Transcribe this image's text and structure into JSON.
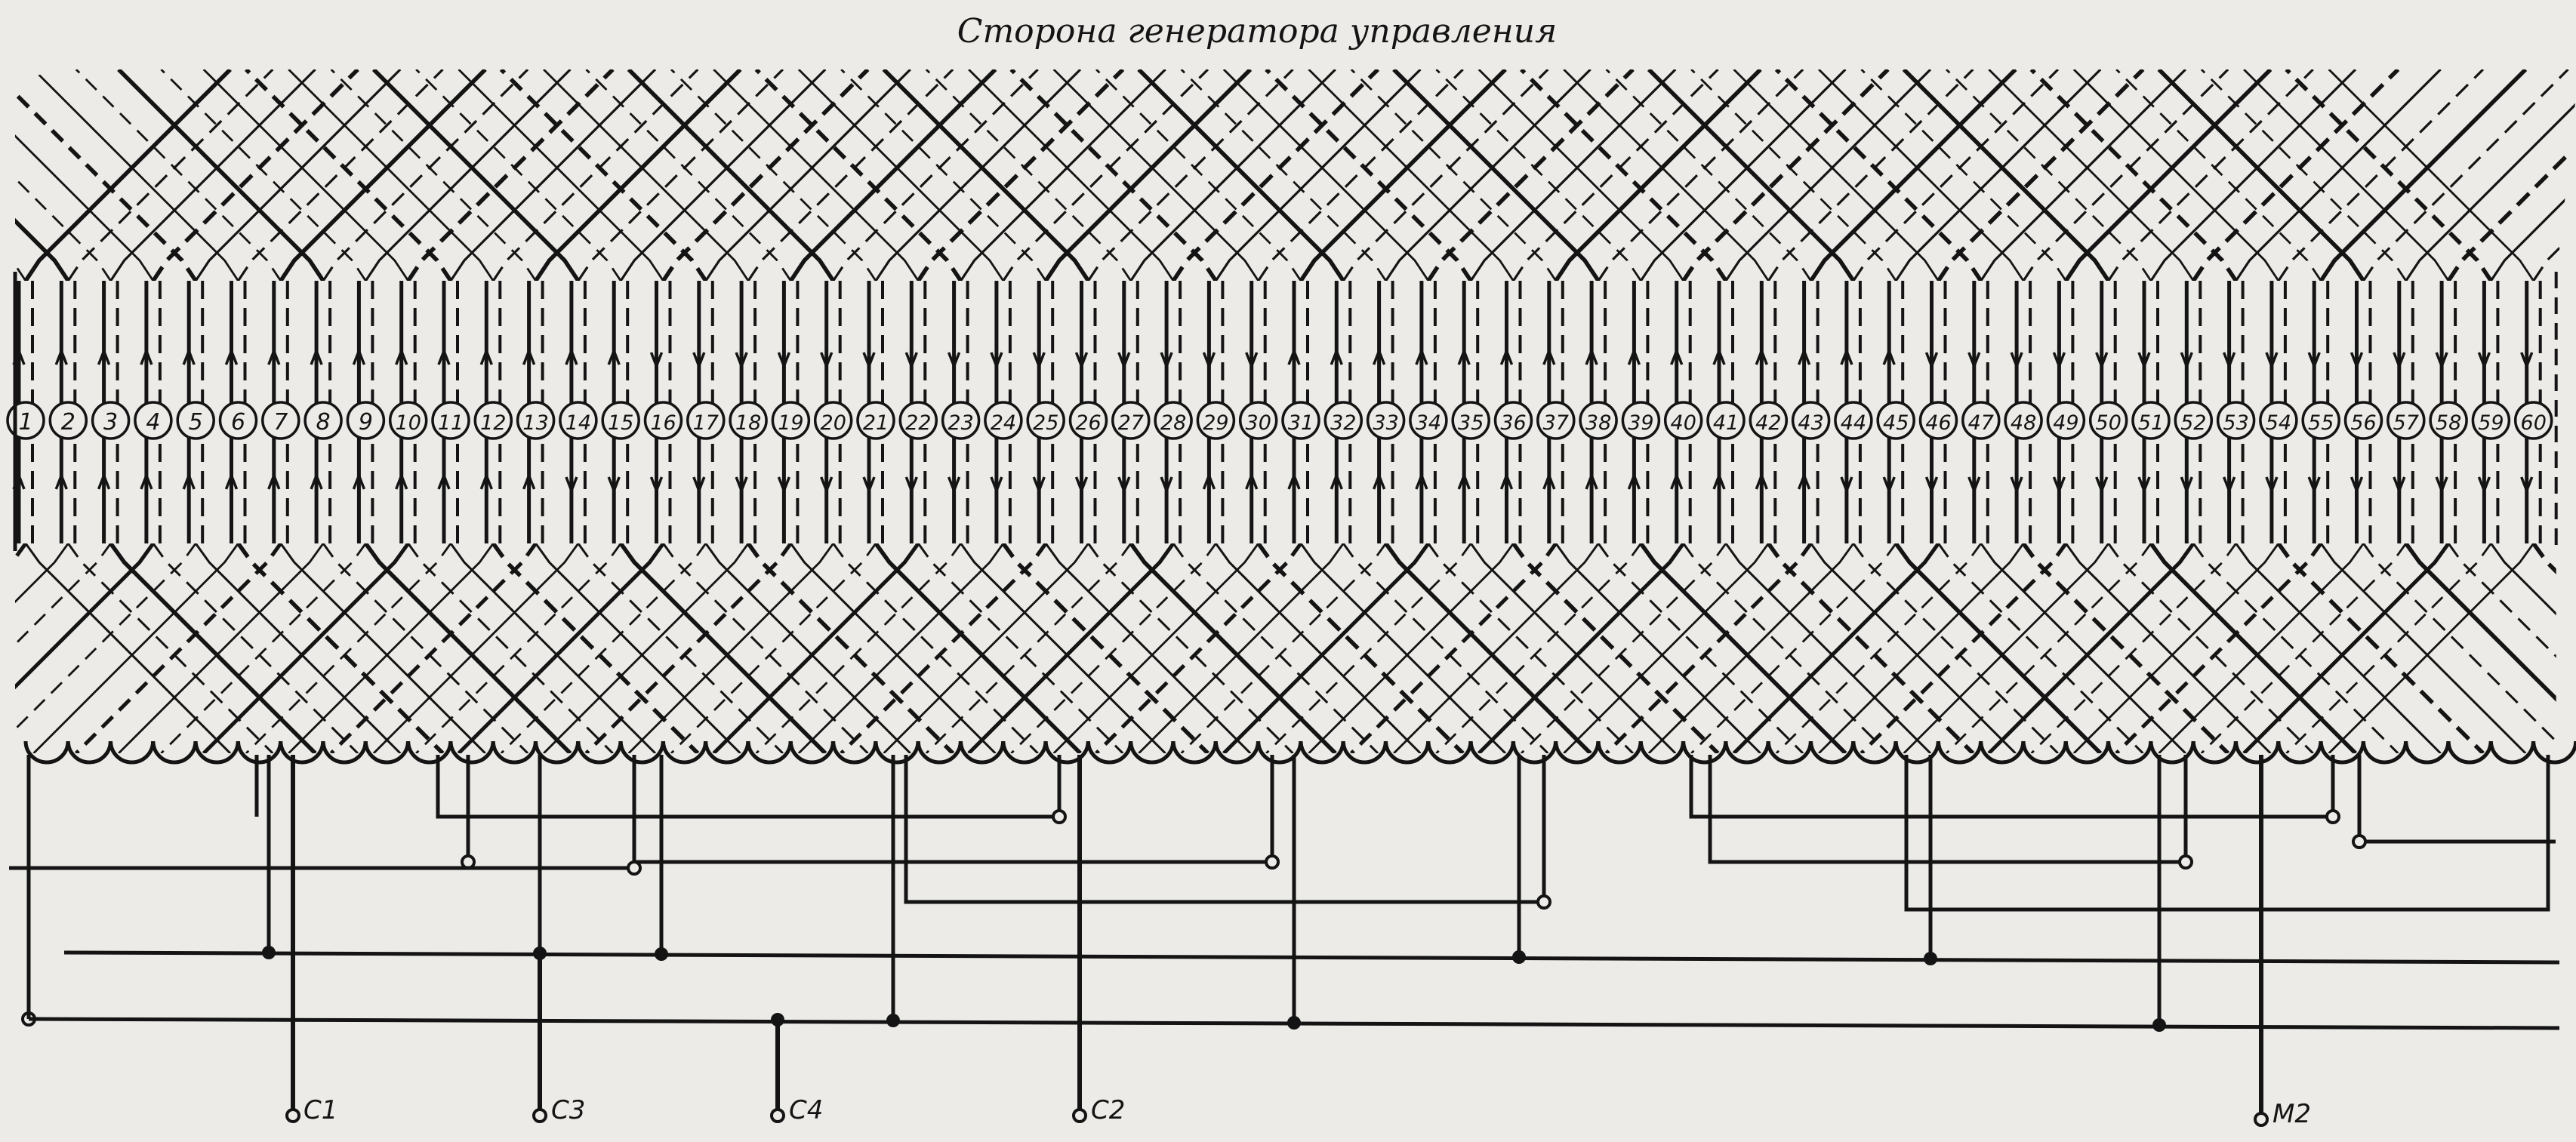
{
  "title": "Сторона генератора управления",
  "slots": [
    "1",
    "2",
    "3",
    "4",
    "5",
    "6",
    "7",
    "8",
    "9",
    "10",
    "11",
    "12",
    "13",
    "14",
    "15",
    "16",
    "17",
    "18",
    "19",
    "20",
    "21",
    "22",
    "23",
    "24",
    "25",
    "26",
    "27",
    "28",
    "29",
    "30",
    "31",
    "32",
    "33",
    "34",
    "35",
    "36",
    "37",
    "38",
    "39",
    "40",
    "41",
    "42",
    "43",
    "44",
    "45",
    "46",
    "47",
    "48",
    "49",
    "50",
    "51",
    "52",
    "53",
    "54",
    "55",
    "56",
    "57",
    "58",
    "59",
    "60"
  ],
  "upper_arrows": [
    "up",
    "up",
    "up",
    "up",
    "up",
    "up",
    "up",
    "up",
    "up",
    "up",
    "up",
    "up",
    "up",
    "up",
    "up",
    "down",
    "down",
    "down",
    "down",
    "down",
    "down",
    "down",
    "down",
    "down",
    "down",
    "down",
    "down",
    "down",
    "down",
    "down",
    "up",
    "up",
    "up",
    "up",
    "up",
    "up",
    "up",
    "up",
    "up",
    "up",
    "up",
    "up",
    "up",
    "up",
    "up",
    "down",
    "down",
    "down",
    "down",
    "down",
    "down",
    "down",
    "down",
    "down",
    "down",
    "down",
    "down",
    "down",
    "down",
    "down"
  ],
  "lower_arrows": [
    "up",
    "up",
    "up",
    "up",
    "up",
    "up",
    "up",
    "up",
    "up",
    "up",
    "up",
    "up",
    "up",
    "down",
    "down",
    "down",
    "down",
    "down",
    "down",
    "down",
    "down",
    "down",
    "down",
    "down",
    "down",
    "down",
    "down",
    "down",
    "up",
    "up",
    "up",
    "up",
    "up",
    "up",
    "up",
    "up",
    "up",
    "up",
    "up",
    "up",
    "up",
    "up",
    "up",
    "down",
    "down",
    "down",
    "down",
    "down",
    "down",
    "down",
    "down",
    "down",
    "down",
    "down",
    "down",
    "down",
    "down",
    "down",
    "down",
    "down"
  ],
  "terminals": {
    "c1": "C1",
    "c3": "C3",
    "c4": "C4",
    "c2": "C2",
    "m2": "M2"
  },
  "colors": {
    "ink": "#141414",
    "paper": "#ecebe7"
  }
}
